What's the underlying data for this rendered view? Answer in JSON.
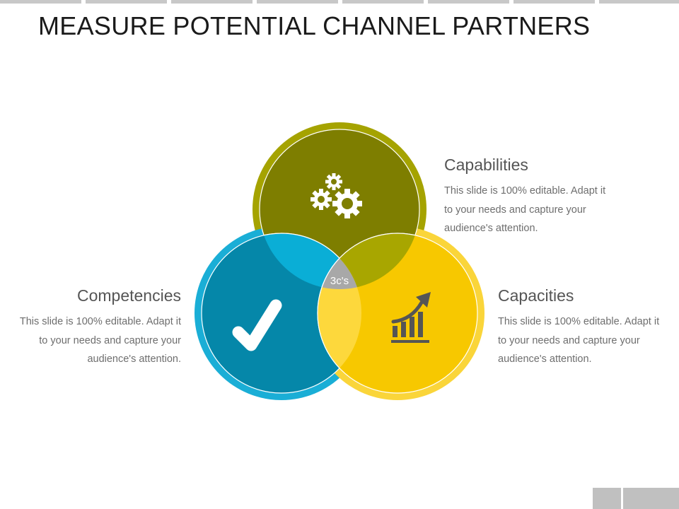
{
  "title": "MEASURE POTENTIAL CHANNEL PARTNERS",
  "center_label": "3c's",
  "items": [
    {
      "heading": "Capabilities",
      "body": "This slide is 100% editable. Adapt it to your needs and capture your audience's attention.",
      "icon": "gears-icon",
      "color": "#7e7e00"
    },
    {
      "heading": "Competencies",
      "body": "This slide is 100% editable. Adapt it to your needs and capture your audience's attention.",
      "icon": "checkmark-icon",
      "color": "#0587a9"
    },
    {
      "heading": "Capacities",
      "body": "This slide is 100% editable. Adapt it to your needs and capture your audience's attention.",
      "icon": "growth-chart-icon",
      "color": "#f7c800"
    }
  ],
  "colors": {
    "olive_ring": "#a5a300",
    "olive_fill": "#7e7e00",
    "teal_ring": "#1aaed6",
    "teal_fill": "#0587a9",
    "yellow_ring": "#fad53a",
    "yellow_fill": "#f7c800",
    "overlap_olive_teal": "#0aaed6",
    "overlap_olive_yellow": "#a8a600",
    "overlap_teal_yellow": "#fdd83c",
    "center": "#a8a8a8",
    "top_bar": "#c8c8c8",
    "nav_button": "#c0c0c0"
  }
}
